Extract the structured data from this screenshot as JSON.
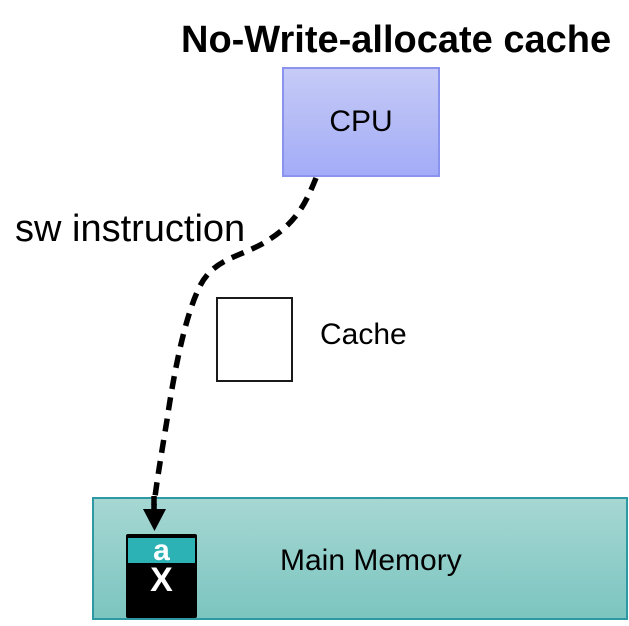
{
  "title": "No-Write-allocate cache",
  "cpu": {
    "label": "CPU"
  },
  "cache": {
    "label": "Cache"
  },
  "main_memory": {
    "label": "Main Memory"
  },
  "memory_cell": {
    "tag": "a",
    "value": "X"
  },
  "arrow": {
    "label": "sw instruction"
  },
  "colors": {
    "cpu_fill_top": "#c6cbf6",
    "cpu_fill_bottom": "#a3acf7",
    "cpu_border": "#8a93ee",
    "memory_fill_top": "#a6d7d3",
    "memory_fill_bottom": "#7cc5c0",
    "memory_border": "#2e99a3",
    "cell_tag_fill": "#2cb2b4",
    "cell_fill": "#000000",
    "arrow": "#000000"
  }
}
